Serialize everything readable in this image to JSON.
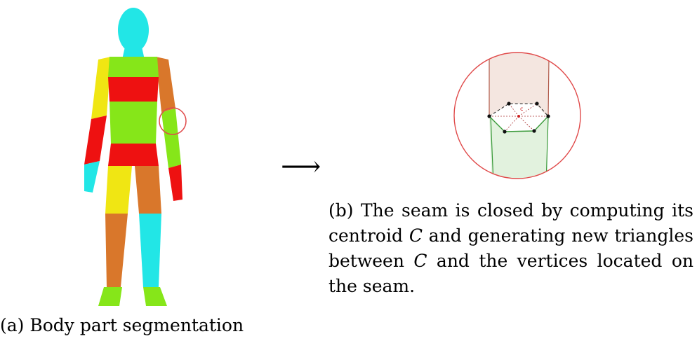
{
  "figure_a": {
    "caption": "(a) Body part segmentation",
    "colors": {
      "head": "#22e6e6",
      "red": "#ee1111",
      "yellow": "#f0e613",
      "green": "#86e619",
      "orange": "#d9772b",
      "cyan": "#22e6e6"
    }
  },
  "arrow": "⟶",
  "figure_b": {
    "label_c": "c",
    "colors": {
      "circle": "#e04a4a",
      "upper_fill": "#f4e6e0",
      "lower_fill": "#e2f2de",
      "upper_edge": "#b05a4a",
      "lower_edge": "#3a9a3a"
    },
    "caption_parts": {
      "p1": "(b) The seam is closed by computing its centroid ",
      "c1": "C",
      "p2": " and generating new triangles between ",
      "c2": "C",
      "p3": " and the vertices located on the seam."
    }
  }
}
